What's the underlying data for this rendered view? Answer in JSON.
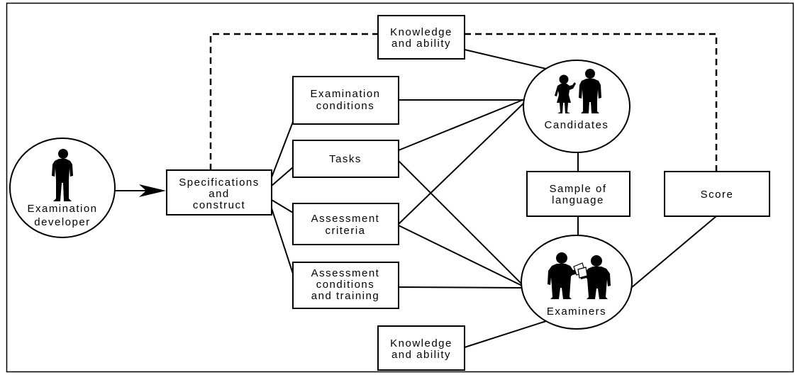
{
  "colors": {
    "line": "#000000",
    "background": "#ffffff"
  },
  "developer": {
    "icon": "standing-person-icon",
    "lines": [
      "Examination",
      "developer"
    ]
  },
  "specifications": {
    "lines": [
      "Specifications",
      "and",
      "construct"
    ]
  },
  "knowledge_top": {
    "lines": [
      "Knowledge",
      "and ability"
    ]
  },
  "examination_conditions": {
    "lines": [
      "Examination",
      "conditions"
    ]
  },
  "tasks": {
    "lines": [
      "Tasks"
    ]
  },
  "assessment_criteria": {
    "lines": [
      "Assessment",
      "criteria"
    ]
  },
  "assessment_conditions": {
    "lines": [
      "Assessment",
      "conditions",
      "and training"
    ]
  },
  "knowledge_bottom": {
    "lines": [
      "Knowledge",
      "and ability"
    ]
  },
  "candidates": {
    "icon": "two-people-talking-icon",
    "label": "Candidates"
  },
  "sample": {
    "lines": [
      "Sample of",
      "language"
    ]
  },
  "score": {
    "label": "Score"
  },
  "examiners": {
    "icon": "two-people-exchanging-papers-icon",
    "label": "Examiners"
  }
}
